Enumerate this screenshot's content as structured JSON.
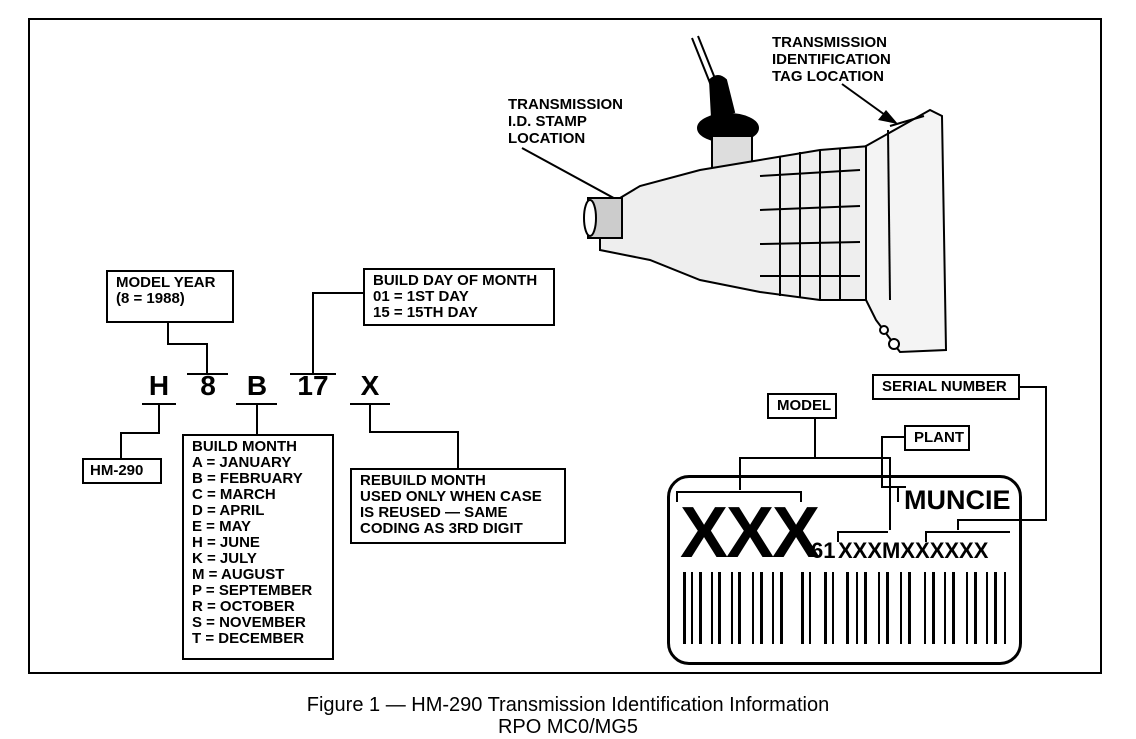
{
  "caption": {
    "line1": "Figure 1 — HM-290 Transmission Identification Information",
    "line2": "RPO MC0/MG5"
  },
  "callouts": {
    "tag_location": [
      "TRANSMISSION",
      "IDENTIFICATION",
      "TAG LOCATION"
    ],
    "stamp_location": [
      "TRANSMISSION",
      "I.D. STAMP",
      "LOCATION"
    ]
  },
  "code_chars": {
    "c1": "H",
    "c2": "8",
    "c3": "B",
    "c4": "17",
    "c5": "X"
  },
  "boxes": {
    "model_year": [
      "MODEL YEAR",
      "(8 = 1988)"
    ],
    "build_day": [
      "BUILD DAY OF MONTH",
      "01 = 1ST DAY",
      "15 = 15TH DAY"
    ],
    "hm290": "HM-290",
    "build_month": [
      "BUILD MONTH",
      "A = JANUARY",
      "B = FEBRUARY",
      "C = MARCH",
      "D = APRIL",
      "E = MAY",
      "H = JUNE",
      "K = JULY",
      "M = AUGUST",
      "P = SEPTEMBER",
      "R = OCTOBER",
      "S = NOVEMBER",
      "T = DECEMBER"
    ],
    "rebuild_month": [
      "REBUILD MONTH",
      "USED ONLY WHEN CASE",
      "IS REUSED — SAME",
      "CODING AS 3RD DIGIT"
    ],
    "serial_number": "SERIAL NUMBER",
    "model": "MODEL",
    "plant": "PLANT"
  },
  "tag": {
    "model_code": "XXX",
    "plant_name": "MUNCIE",
    "number_prefix": "61",
    "number_body": "XXXMXXXXXX"
  }
}
